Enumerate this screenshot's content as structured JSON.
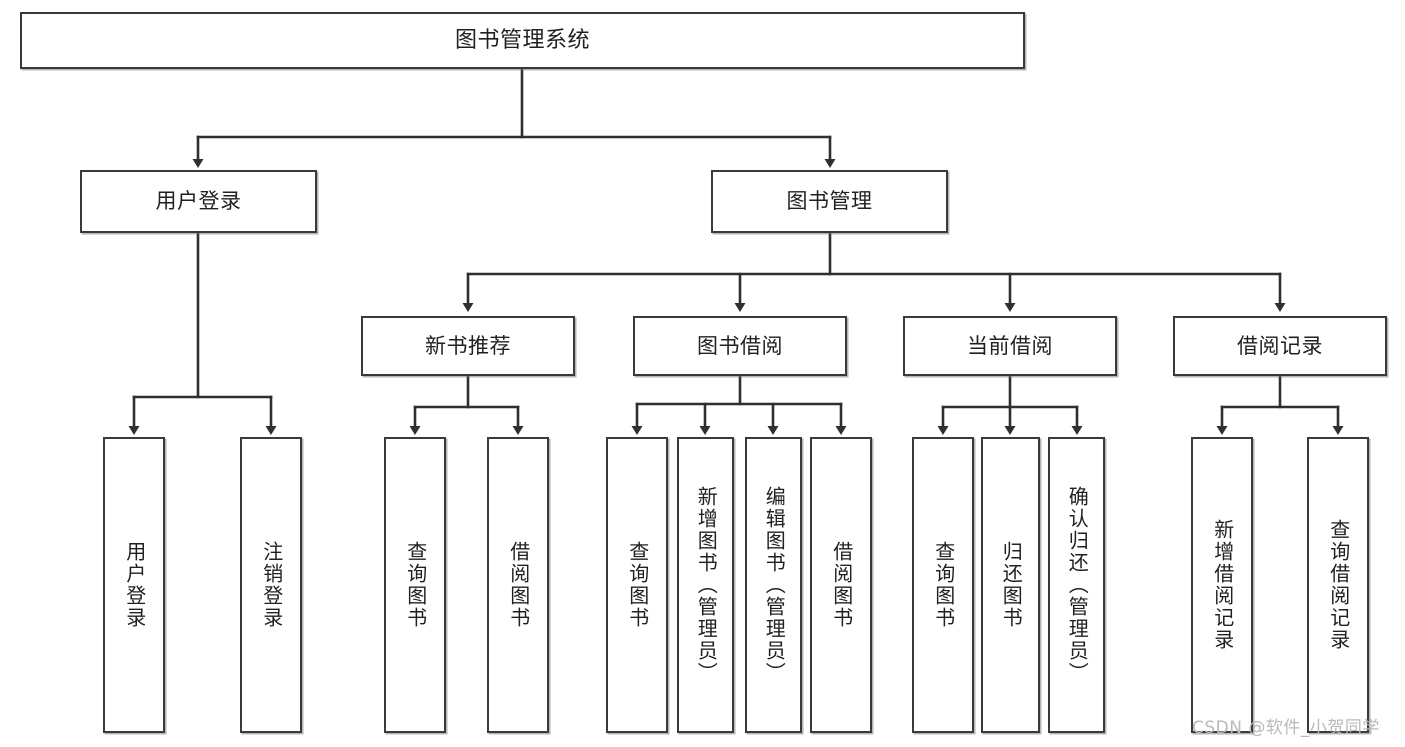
{
  "diagram": {
    "title": "图书管理系统",
    "type": "tree-hierarchy-chart",
    "line_color": "#3a3a3c",
    "box_fill": "#ffffff",
    "text_color": "#231f20",
    "watermark": "CSDN @软件_小贺同学"
  },
  "nodes": {
    "root": {
      "label": "图书管理系统"
    },
    "level2": [
      {
        "label": "用户登录"
      },
      {
        "label": "图书管理"
      }
    ],
    "level3": [
      {
        "label": "新书推荐"
      },
      {
        "label": "图书借阅"
      },
      {
        "label": "当前借阅"
      },
      {
        "label": "借阅记录"
      }
    ],
    "leaves": {
      "user_login": [
        {
          "label": "用户登录"
        },
        {
          "label": "注销登录"
        }
      ],
      "new_book_recommend": [
        {
          "label": "查询图书"
        },
        {
          "label": "借阅图书"
        }
      ],
      "book_borrow": [
        {
          "label": "查询图书"
        },
        {
          "label": "新增图书（管理员）"
        },
        {
          "label": "编辑图书（管理员）"
        },
        {
          "label": "借阅图书"
        }
      ],
      "current_borrow": [
        {
          "label": "查询图书"
        },
        {
          "label": "归还图书"
        },
        {
          "label": "确认归还（管理员）"
        }
      ],
      "borrow_record": [
        {
          "label": "新增借阅记录"
        },
        {
          "label": "查询借阅记录"
        }
      ]
    }
  }
}
